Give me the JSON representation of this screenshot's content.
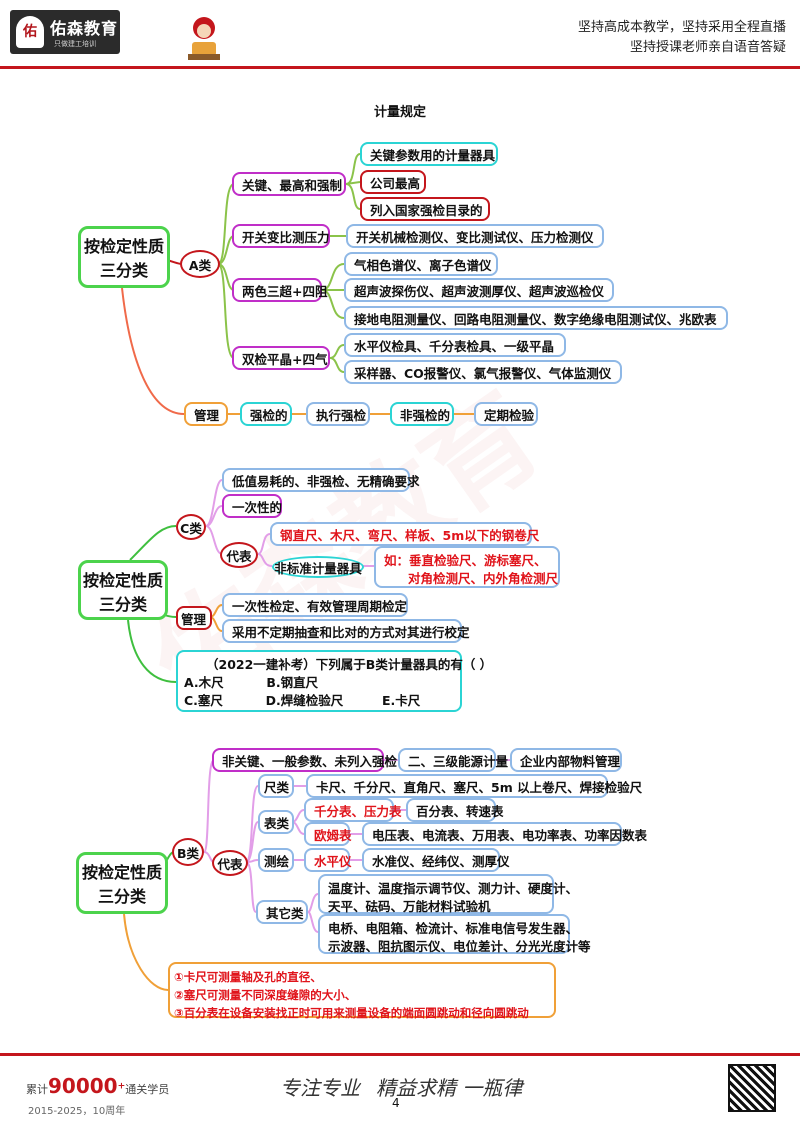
{
  "header": {
    "brand_seal": "佑",
    "brand_name": "佑森教育",
    "brand_sub": "只做建工培训",
    "slogan_line1": "坚持高成本教学，坚持采用全程直播",
    "slogan_line2": "坚持授课老师亲自语音答疑"
  },
  "title": "计量规定",
  "section_a": {
    "root": "按检定性质三分类",
    "class_label": "A类",
    "cat1": "关键、最高和强制",
    "cat1_items": [
      "关键参数用的计量器具",
      "公司最高",
      "列入国家强检目录的"
    ],
    "cat2": "开关变比测压力",
    "cat2_item": "开关机械检测仪、变比测试仪、压力检测仪",
    "cat3": "两色三超+四阻",
    "cat3_items": [
      "气相色谱仪、离子色谱仪",
      "超声波探伤仪、超声波测厚仪、超声波巡检仪",
      "接地电阻测量仪、回路电阻测量仪、数字绝缘电阻测试仪、兆欧表"
    ],
    "cat4": "双检平晶+四气",
    "cat4_items": [
      "水平仪检具、千分表检具、一级平晶",
      "采样器、CO报警仪、氯气报警仪、气体监测仪"
    ],
    "manage_label": "管理",
    "manage_flow": [
      "强检的",
      "执行强检",
      "非强检的",
      "定期检验"
    ]
  },
  "section_c": {
    "root": "按检定性质三分类",
    "class_label": "C类",
    "item1": "低值易耗的、非强检、无精确要求",
    "item2": "一次性的",
    "rep_label": "代表",
    "rep1": "钢直尺、木尺、弯尺、样板、5m以下的钢卷尺",
    "rep2": "非标准计量器具",
    "rep2_eg_line1": "如：垂直检验尺、游标塞尺、",
    "rep2_eg_line2": "对角检测尺、内外角检测尺",
    "manage_label": "管理",
    "manage1": "一次性检定、有效管理周期检定",
    "manage2": "采用不定期抽查和比对的方式对其进行校定",
    "question": "（2022一建补考）下列属于B类计量器具的有（    ）",
    "options_line1": [
      "A.木尺",
      "B.钢直尺"
    ],
    "options_line2": [
      "C.塞尺",
      "D.焊缝检验尺",
      "E.卡尺"
    ]
  },
  "section_b": {
    "root": "按检定性质三分类",
    "class_label": "B类",
    "def": "非关键、一般参数、未列入强检",
    "def2": "二、三级能源计量",
    "def3": "企业内部物料管理",
    "rep_label": "代表",
    "ruler_label": "尺类",
    "ruler_items": "卡尺、千分尺、直角尺、塞尺、5m 以上卷尺、焊接检验尺",
    "meter_label": "表类",
    "meter_red1": "千分表、压力表",
    "meter_item1": "百分表、转速表",
    "meter_red2": "欧姆表",
    "meter_item2": "电压表、电流表、万用表、电功率表、功率因数表",
    "survey_label": "测绘",
    "survey_red": "水平仪",
    "survey_item": "水准仪、经纬仪、测厚仪",
    "other_label": "其它类",
    "other_item1_line1": "温度计、温度指示调节仪、测力计、硬度计、",
    "other_item1_line2": "天平、砝码、万能材料试验机",
    "other_item2_line1": "电桥、电阻箱、检流计、标准电信号发生器、",
    "other_item2_line2": "示波器、阻抗图示仪、电位差计、分光光度计等",
    "notes": [
      "①卡尺可测量轴及孔的直径、",
      "②塞尺可测量不同深度缝隙的大小、",
      "③百分表在设备安装找正时可用来测量设备的端面圆跳动和径向圆跳动"
    ]
  },
  "footer": {
    "count_prefix": "累计",
    "count": "90000",
    "count_plus": "+",
    "count_suffix": "通关学员",
    "years": "2015-2025，10周年",
    "motto1": "专注专业",
    "motto2": "精益求精 一瓶律",
    "page": "4"
  },
  "colors": {
    "accent_red": "#c4161c",
    "text_red": "#e0141b",
    "green": "#4cd34c",
    "teal": "#2bd4d4",
    "magenta": "#c02ec8",
    "blue": "#8fb8e6",
    "orange": "#f0a038"
  }
}
